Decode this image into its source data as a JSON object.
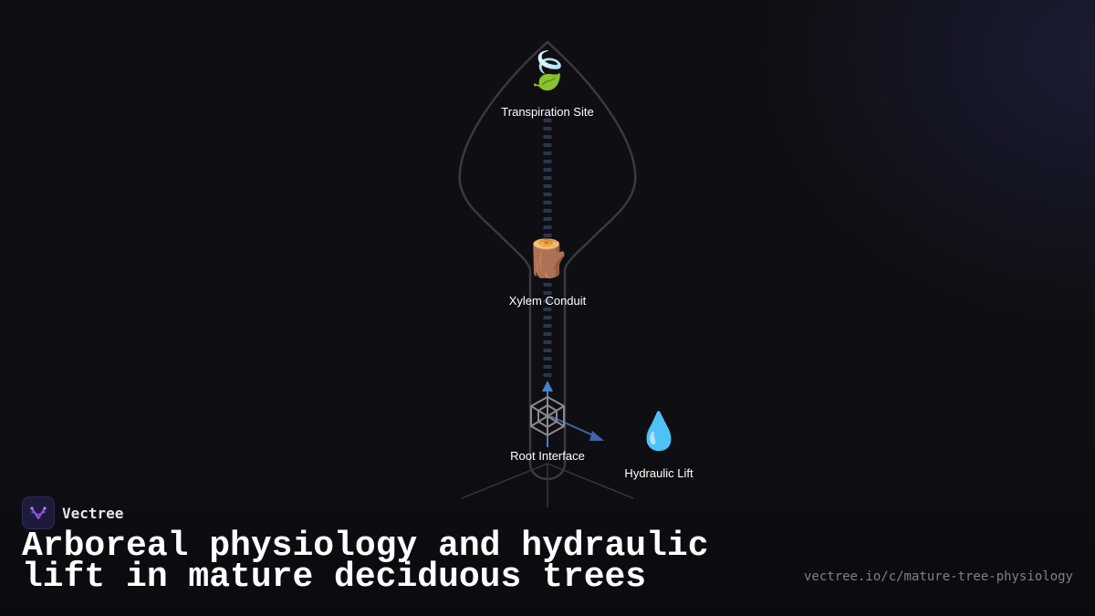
{
  "brand": {
    "name": "Vectree"
  },
  "title": "Arboreal physiology and hydraulic lift in mature deciduous trees",
  "url": "vectree.io/c/mature-tree-physiology",
  "nodes": {
    "transpiration": {
      "label": "Transpiration Site",
      "icon": "🍃",
      "icon_name": "leaf-wind-icon"
    },
    "xylem": {
      "label": "Xylem Conduit",
      "icon": "🪵",
      "icon_name": "wood-log-icon"
    },
    "root": {
      "label": "Root Interface",
      "icon": "🕸",
      "icon_name": "web-network-icon"
    },
    "lift": {
      "label": "Hydraulic Lift",
      "icon": "💧",
      "icon_name": "water-droplet-icon"
    }
  },
  "colors": {
    "background": "#0f0f13",
    "outline": "#3a3a3e",
    "arrow": "#4a7fd0",
    "dash": "#2b3550"
  }
}
